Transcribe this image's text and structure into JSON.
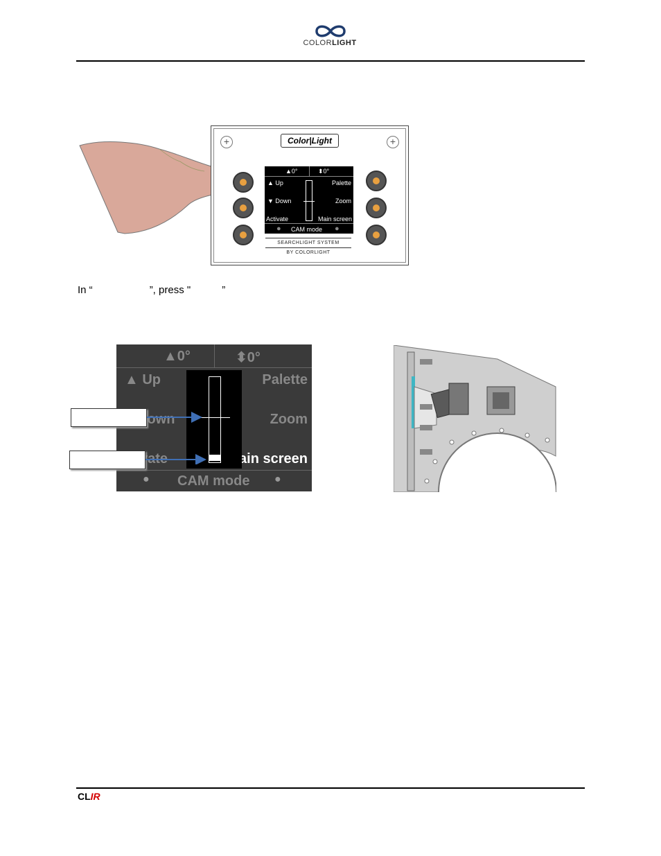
{
  "header": {
    "logo_prefix": "COLOR",
    "logo_suffix": "LIGHT"
  },
  "panel": {
    "brand": "Color|Light",
    "lcd": {
      "tilt_top": "0°",
      "pan_top": "0°",
      "up": "Up",
      "down": "Down",
      "activate": "Activate",
      "palette": "Palette",
      "zoom": "Zoom",
      "main_screen": "Main screen",
      "cam_mode": "CAM mode"
    },
    "system_line1": "SEARCHLIGHT SYSTEM",
    "system_line2": "BY COLORLIGHT"
  },
  "instruction": {
    "prefix": "In “",
    "middle": "”, press \"",
    "suffix": "”"
  },
  "zoom_screen": {
    "tilt": "0°",
    "pan": "0°",
    "up": "Up",
    "down_partial": "Down",
    "activate_partial": "vate",
    "palette": "Palette",
    "zoom": "Zoom",
    "main_screen": "Main screen",
    "cam_mode": "CAM mode"
  },
  "footer": {
    "brand_cl": "CL",
    "brand_ir": "IR"
  }
}
